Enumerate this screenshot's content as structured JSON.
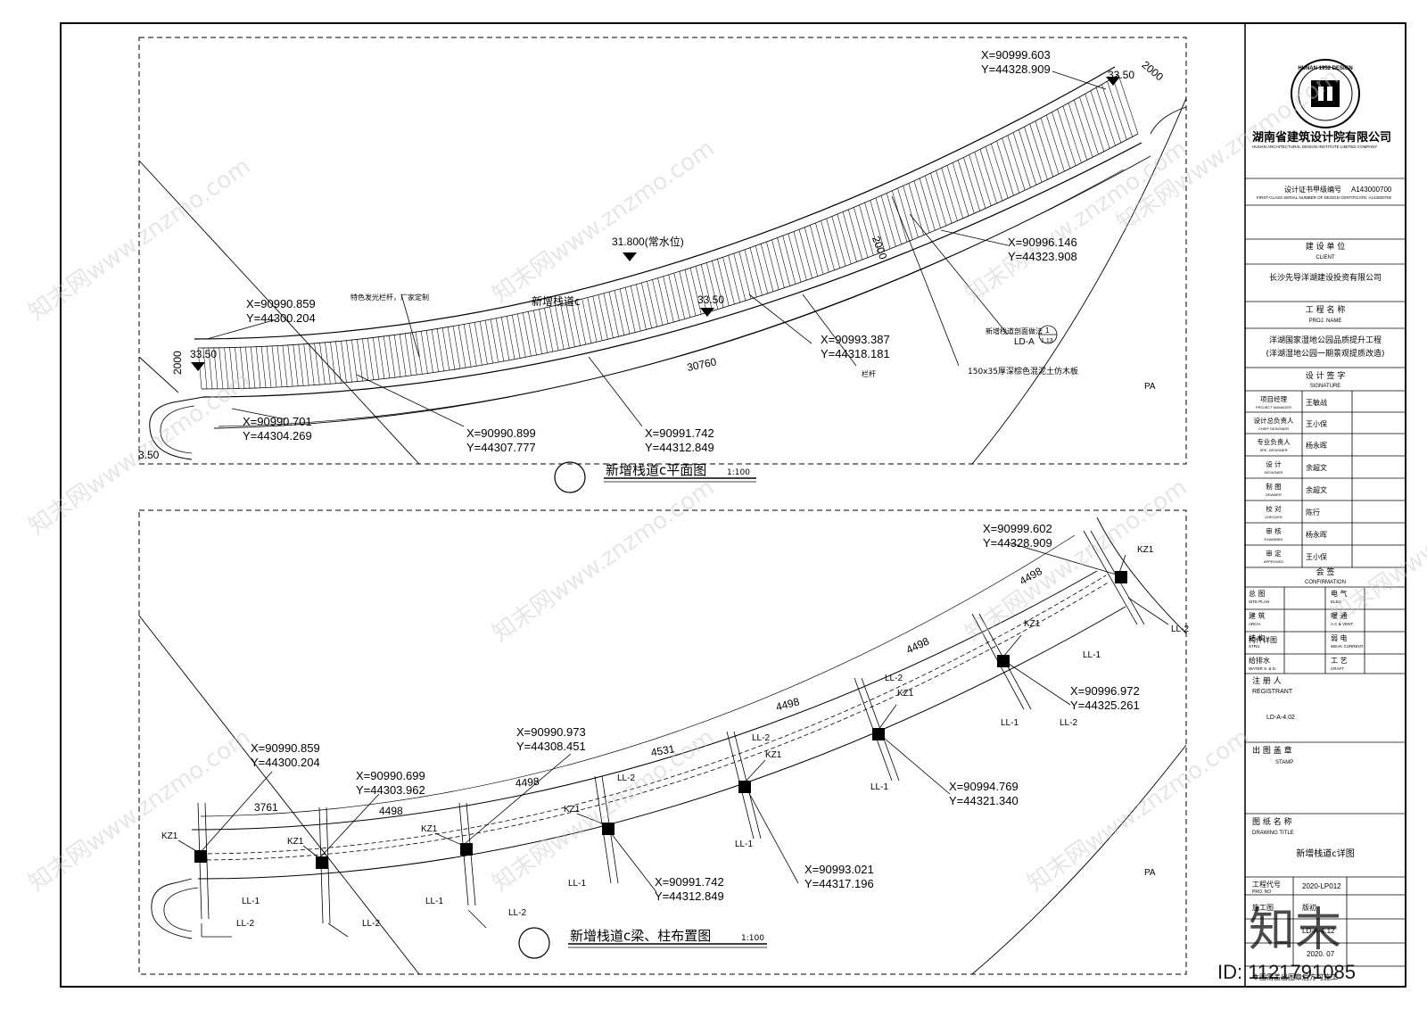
{
  "plan": {
    "title": "新增栈道c平面图",
    "scale": "1:100",
    "elevation_water": "31.800(常水位)",
    "elev_left": "33.50",
    "elev_mid": "33.50",
    "elev_right": "33.50",
    "elev_bottom_left": "3.50",
    "width_left": "2000",
    "width_mid": "2000",
    "width_right": "2000",
    "arc_length": "30760",
    "walkway_name": "新增栈道c",
    "note_railing": "特色发光栏杆，厂家定制",
    "note_railing2": "栏杆",
    "note_board": "150x35厚深棕色混泥土仿木板",
    "note_detail": "新增栈道剖面做法",
    "detail_ref_num": "1",
    "detail_ref_sheet": "1.13",
    "detail_ref_prefix": "LD-A",
    "pa": "PA",
    "coords": [
      {
        "x": "X=90990.859",
        "y": "Y=44300.204"
      },
      {
        "x": "X=90990.701",
        "y": "Y=44304.269"
      },
      {
        "x": "X=90990.899",
        "y": "Y=44307.777"
      },
      {
        "x": "X=90991.742",
        "y": "Y=44312.849"
      },
      {
        "x": "X=90993.387",
        "y": "Y=44318.181"
      },
      {
        "x": "X=90996.146",
        "y": "Y=44323.908"
      },
      {
        "x": "X=90999.603",
        "y": "Y=44328.909"
      }
    ]
  },
  "beam": {
    "title": "新增栈道c梁、柱布置图",
    "scale": "1:100",
    "pa": "PA",
    "col": "KZ1",
    "ll1": "LL-1",
    "ll2": "LL-2",
    "dims": [
      "3761",
      "4498",
      "4498",
      "4531",
      "4498",
      "4498",
      "4498"
    ],
    "coords": [
      {
        "x": "X=90990.859",
        "y": "Y=44300.204"
      },
      {
        "x": "X=90990.699",
        "y": "Y=44303.962"
      },
      {
        "x": "X=90990.973",
        "y": "Y=44308.451"
      },
      {
        "x": "X=90991.742",
        "y": "Y=44312.849"
      },
      {
        "x": "X=90993.021",
        "y": "Y=44317.196"
      },
      {
        "x": "X=90994.769",
        "y": "Y=44321.340"
      },
      {
        "x": "X=90996.972",
        "y": "Y=44325.261"
      },
      {
        "x": "X=90999.602",
        "y": "Y=44328.909"
      }
    ]
  },
  "titleblock": {
    "company": "湖南省建筑设计院有限公司",
    "company_en": "HUNAN ARCHITECTURAL DESIGN INSTITUTE LIMITED COMPANY",
    "logo_text": "HUNAN 1952 DESIGN",
    "cert_label": "设计证书甲级编号",
    "cert_no": "A143000700",
    "cert_en": "FIRST-CLASS SERIAL NUMBER OF DESIGN CERTIFICATE: A143000700",
    "client_label": "建 设 单 位",
    "client_en": "CLIENT",
    "client": "长沙先导洋湖建设投资有限公司",
    "proj_label": "工 程 名 称",
    "proj_en": "PROJ. NAME",
    "proj1": "洋湖国家湿地公园品质提升工程",
    "proj2": "(洋湖湿地公园一期景观提质改造)",
    "sig_label": "设 计 签 字",
    "sig_en": "SIGNATURE",
    "sig": [
      {
        "role": "项目经理",
        "en": "PROJECT MANAGER",
        "name": "王敏战"
      },
      {
        "role": "设计总负责人",
        "en": "CHIEF DESIGNER",
        "name": "王小保"
      },
      {
        "role": "专业负责人",
        "en": "SPE. DESIGNER",
        "name": "杨永晖"
      },
      {
        "role": "设  计",
        "en": "DESIGNER",
        "name": "余超文"
      },
      {
        "role": "制  图",
        "en": "DRAWER",
        "name": "余超文"
      },
      {
        "role": "校  对",
        "en": "CHECKED",
        "name": "陈行"
      },
      {
        "role": "审  核",
        "en": "EXAMINED",
        "name": "杨永晖"
      },
      {
        "role": "审  定",
        "en": "APPROVED",
        "name": "王小保"
      }
    ],
    "conf_label": "会    签",
    "conf_en": "CONFIRMATION",
    "conf": [
      {
        "a": "总 图",
        "ae": "SITE PLAN",
        "b": "电 气",
        "be": "ELEC"
      },
      {
        "a": "建 筑",
        "ae": "ARCH.",
        "b": "暖 通",
        "be": "A.C & VENT."
      },
      {
        "a": "结 构",
        "ae": "STRU.",
        "b": "弱 电",
        "be": "WEAK CURRENT"
      },
      {
        "a": "给排水",
        "ae": "WATER S. & D.",
        "b": "工 艺",
        "be": "CRAFT"
      }
    ],
    "conf_note": "构件详图",
    "reg_label": "注 册 人",
    "reg_en": "REGISTRANT",
    "reg_code": "LD-A-4.02",
    "stamp_label": "出 图 盖 章",
    "stamp_en": "STAMP",
    "dtitle_label": "图 纸 名 称",
    "dtitle_en": "DRAWING TITLE",
    "dtitle": "新增栈道c详图",
    "projno_label": "工程代号",
    "projno_en": "PRO. NO",
    "projno": "2020-LP012",
    "phase": "施工图",
    "version": "版初",
    "drawno": "LD-A-4.12",
    "date": "2020. 07",
    "footer": "本图需盖出图章后方可施工",
    "watermark": "知末网www.znzmo.com",
    "id": "ID: 1121791085",
    "brand": "知末"
  }
}
